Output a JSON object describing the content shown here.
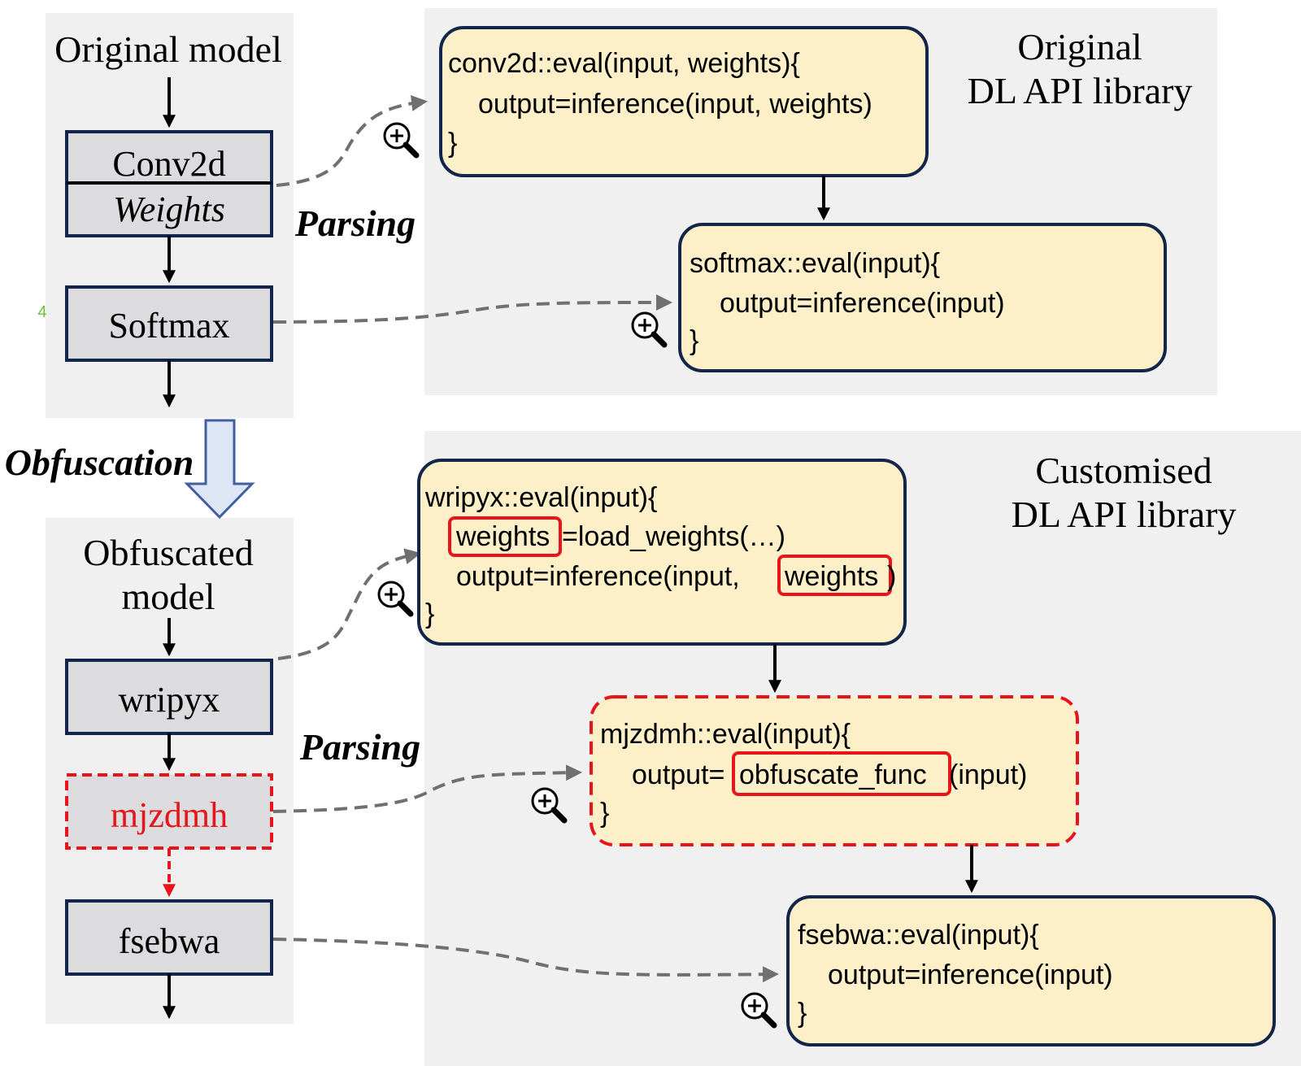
{
  "colors": {
    "panel_bg": "#f0f0f1",
    "layer_fill": "#dcdcde",
    "layer_border": "#13254a",
    "code_fill": "#fdf0c8",
    "code_border": "#13254a",
    "highlight_red": "#e8141b",
    "dashed_arrow": "#707070",
    "obfuscation_arrow_fill": "#dde6f4",
    "obfuscation_arrow_stroke": "#3f5fa2",
    "line_number": "#6bbf3a"
  },
  "left_top": {
    "title": "Original model",
    "layer_conv2d": "Conv2d",
    "layer_weights": "Weights",
    "layer_softmax": "Softmax",
    "line_number": "4"
  },
  "left_bottom": {
    "title_line1": "Obfuscated",
    "title_line2": "model",
    "layer_wripyx": "wripyx",
    "layer_mjzdmh": "mjzdmh",
    "layer_fsebwa": "fsebwa"
  },
  "labels": {
    "parsing_top": "Parsing",
    "parsing_bottom": "Parsing",
    "obfuscation": "Obfuscation"
  },
  "original_library": {
    "title_line1": "Original",
    "title_line2": "DL API library",
    "conv2d_code": {
      "line1": "conv2d::eval(input, weights){",
      "line2": "output=inference(input, weights)",
      "line3": "}"
    },
    "softmax_code": {
      "line1": "softmax::eval(input){",
      "line2": "output=inference(input)",
      "line3": "}"
    }
  },
  "customised_library": {
    "title_line1": "Customised",
    "title_line2": "DL API library",
    "wripyx_code": {
      "line1": "wripyx::eval(input){",
      "line2_highlight": "weights",
      "line2_rest": "=load_weights(…)",
      "line3_prefix": "output=inference(input,",
      "line3_highlight": "weights",
      "line3_suffix": ")",
      "line4": "}"
    },
    "mjzdmh_code": {
      "line1": "mjzdmh::eval(input){",
      "line2_prefix": "output=",
      "line2_highlight": "obfuscate_func",
      "line2_suffix": "(input)",
      "line3": "}"
    },
    "fsebwa_code": {
      "line1": "fsebwa::eval(input){",
      "line2": "output=inference(input)",
      "line3": "}"
    }
  },
  "icons": [
    "zoom-in-icon"
  ]
}
